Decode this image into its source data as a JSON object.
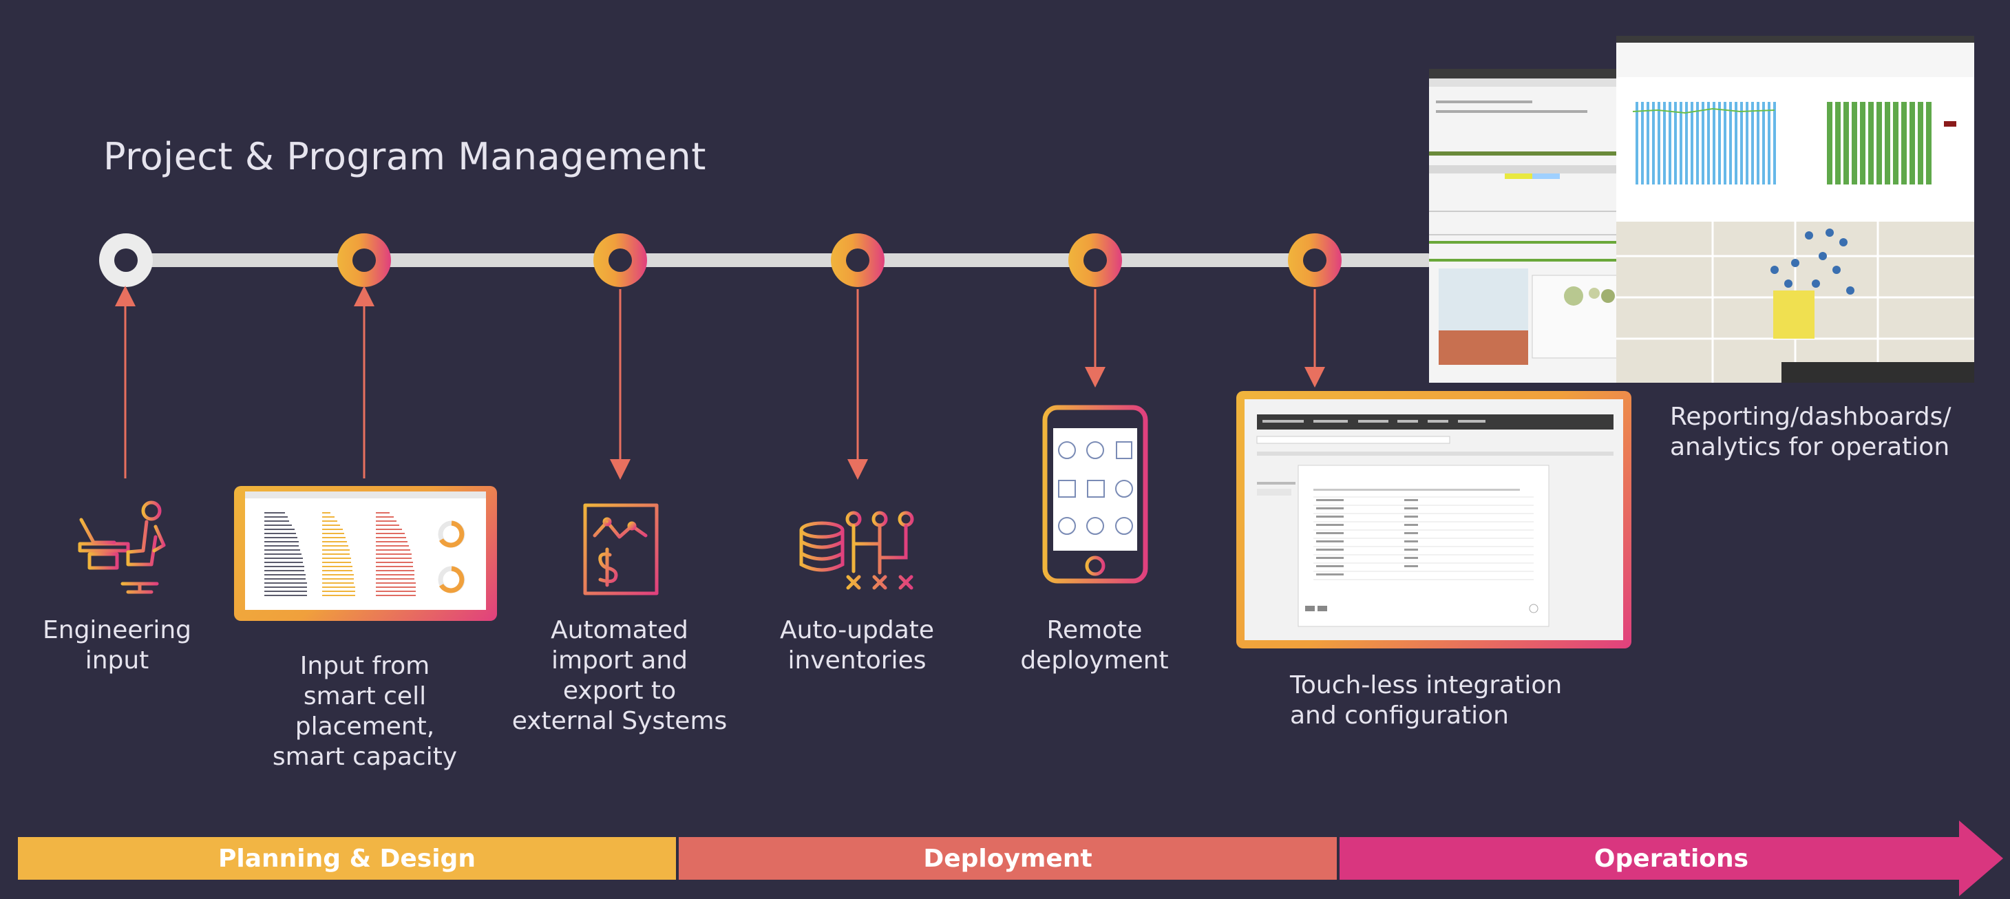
{
  "title": "Project & Program Management",
  "steps": [
    {
      "label": "Engineering\ninput",
      "icon": "engineer-at-desk-icon",
      "direction": "input"
    },
    {
      "label": "Input from\nsmart cell\nplacement,\nsmart capacity",
      "icon": "cell-placement-dashboard-screenshot",
      "direction": "input"
    },
    {
      "label": "Automated\nimport and\nexport to\nexternal Systems",
      "icon": "document-finance-icon",
      "direction": "output"
    },
    {
      "label": "Auto-update\ninventories",
      "icon": "database-network-icon",
      "direction": "output"
    },
    {
      "label": "Remote\ndeployment",
      "icon": "smartphone-app-icon",
      "direction": "output"
    },
    {
      "label": "Touch-less integration\nand configuration",
      "icon": "integration-table-screenshot",
      "direction": "output"
    },
    {
      "label": "Reporting/dashboards/\nanalytics for operation",
      "icon": "dashboard-map-screenshot",
      "direction": "output"
    }
  ],
  "phases": [
    {
      "label": "Planning & Design",
      "color": "#f2b544"
    },
    {
      "label": "Deployment",
      "color": "#e06c62"
    },
    {
      "label": "Operations",
      "color": "#d9367f"
    }
  ],
  "colors": {
    "background": "#2f2d42",
    "arrow": "#e8705f",
    "icon_orange": "#f0b43c",
    "icon_pink": "#e0407e"
  }
}
